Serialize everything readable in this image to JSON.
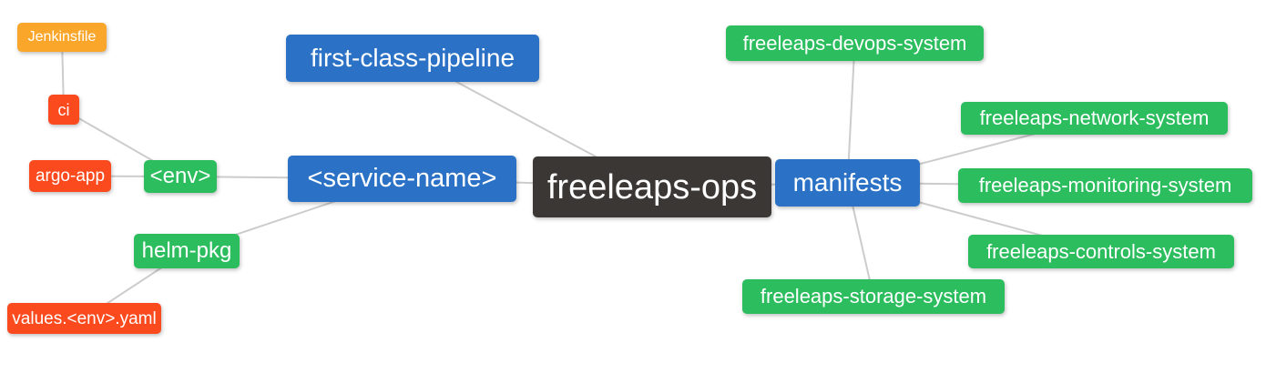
{
  "colors": {
    "root": "#3B3734",
    "section": "#2B72C6",
    "green": "#2BBD5E",
    "orange": "#F9A62B",
    "red": "#FB4A1E",
    "edge": "#CCCCCC",
    "background": "#FFFFFF",
    "text": "#FFFFFF"
  },
  "nodes": {
    "freeleaps_ops": {
      "label": "freeleaps-ops"
    },
    "first_class_pipeline": {
      "label": "first-class-pipeline"
    },
    "service_name": {
      "label": "<service-name>"
    },
    "env": {
      "label": "<env>"
    },
    "ci": {
      "label": "ci"
    },
    "jenkinsfile": {
      "label": "Jenkinsfile"
    },
    "argo_app": {
      "label": "argo-app"
    },
    "helm_pkg": {
      "label": "helm-pkg"
    },
    "values_env_yaml": {
      "label": "values.<env>.yaml"
    },
    "manifests": {
      "label": "manifests"
    },
    "devops_system": {
      "label": "freeleaps-devops-system"
    },
    "network_system": {
      "label": "freeleaps-network-system"
    },
    "monitoring_system": {
      "label": "freeleaps-monitoring-system"
    },
    "controls_system": {
      "label": "freeleaps-controls-system"
    },
    "storage_system": {
      "label": "freeleaps-storage-system"
    }
  },
  "edges": [
    [
      "jenkinsfile",
      "ci"
    ],
    [
      "ci",
      "env"
    ],
    [
      "argo_app",
      "env"
    ],
    [
      "env",
      "service_name"
    ],
    [
      "service_name",
      "helm_pkg"
    ],
    [
      "helm_pkg",
      "values_env_yaml"
    ],
    [
      "service_name",
      "freeleaps_ops"
    ],
    [
      "first_class_pipeline",
      "freeleaps_ops"
    ],
    [
      "freeleaps_ops",
      "manifests"
    ],
    [
      "manifests",
      "devops_system"
    ],
    [
      "manifests",
      "network_system"
    ],
    [
      "manifests",
      "monitoring_system"
    ],
    [
      "manifests",
      "controls_system"
    ],
    [
      "manifests",
      "storage_system"
    ]
  ]
}
